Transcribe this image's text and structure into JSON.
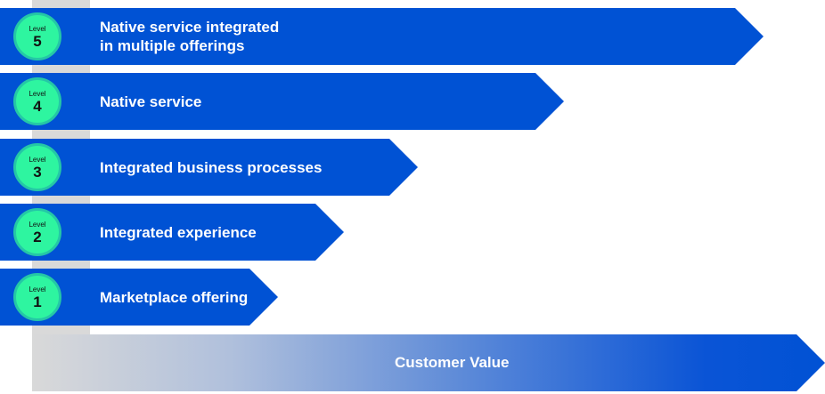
{
  "diagram": {
    "badge_word": "Level",
    "levels": [
      {
        "level": "5",
        "label": "Native service integrated\nin multiple offerings"
      },
      {
        "level": "4",
        "label": "Native service"
      },
      {
        "level": "3",
        "label": "Integrated business processes"
      },
      {
        "level": "2",
        "label": "Integrated experience"
      },
      {
        "level": "1",
        "label": "Marketplace offering"
      }
    ],
    "axis_label": "Customer Value",
    "colors": {
      "bar": "#0052d4",
      "badge_fill": "#2ef5a0",
      "badge_ring": "#25c7a6",
      "column": "#d9d9d9",
      "gradient_start": "#d9d9d9",
      "gradient_end": "#0052d4"
    }
  }
}
